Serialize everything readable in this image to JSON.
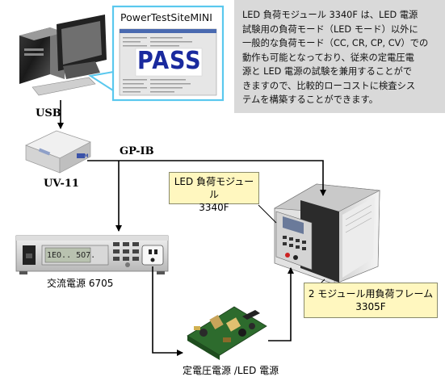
{
  "description": {
    "lines": [
      "LED 負荷モジュール 3340F は、LED 電源",
      "試験用の負荷モード（LED モード）以外に",
      "一般的な負荷モード（CC, CR, CP, CV）での",
      "動作も可能となっており、従来の定電圧電",
      "源と LED 電源の試験を兼用することがで",
      "きますので、比較的ローコストに検査シス",
      "テムを構築することができます。"
    ]
  },
  "software": {
    "title": "PowerTestSiteMINI",
    "result": "PASS"
  },
  "labels": {
    "usb": "USB",
    "gpib": "GP-IB",
    "uv11": "UV-11",
    "ac_source": "交流電源 6705",
    "dut": "定電圧電源 /LED 電源"
  },
  "callouts": {
    "led_module": [
      "LED 負荷モジュール",
      "3340F"
    ],
    "frame": [
      "2 モジュール用負荷フレーム",
      "3305F"
    ]
  },
  "devices": {
    "ac_display": "1EO.. 5O7.",
    "uv11_logo": "SYM"
  },
  "colors": {
    "desc_bg": "#d9d9d9",
    "callout_bg": "#fff7bf",
    "pass_text": "#1a2a9e",
    "screen_frame": "#5ac8ee"
  }
}
